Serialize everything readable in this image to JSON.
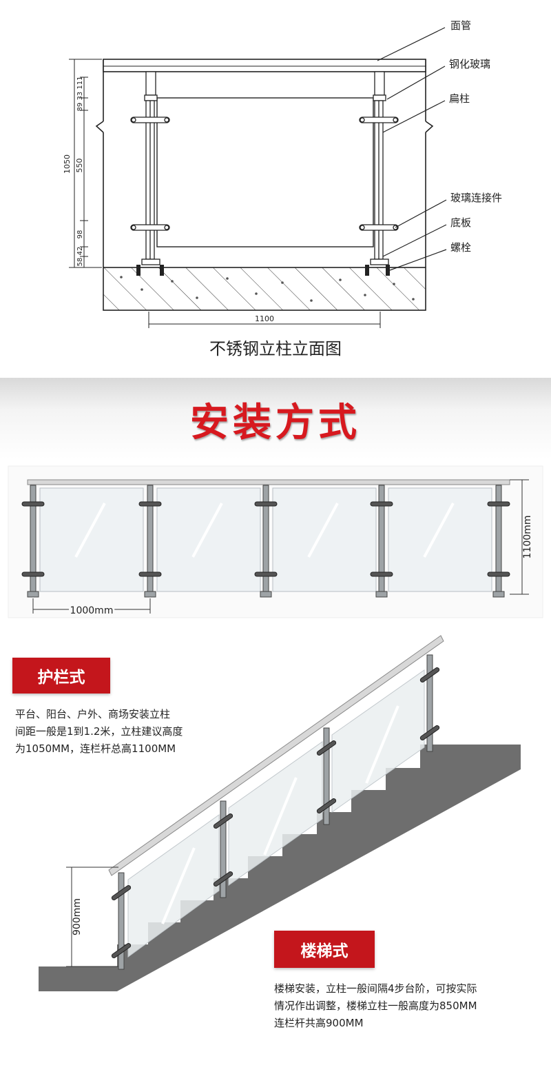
{
  "elevation": {
    "labels": {
      "handrail": "面管",
      "glass": "钢化玻璃",
      "post": "扁柱",
      "connector": "玻璃连接件",
      "base_plate": "底板",
      "bolt": "螺栓"
    },
    "dims_vertical": [
      "1050",
      "550",
      "89 33 111",
      "98",
      "58 42"
    ],
    "dim_width": "1100",
    "caption": "不锈钢立柱立面图"
  },
  "install": {
    "title": "安装方式",
    "guardrail": {
      "dim_height": "1100mm",
      "dim_spacing": "1000mm",
      "badge": "护栏式",
      "description": "平台、阳台、户外、商场安装立柱\n间距一般是1到1.2米，立柱建议高度\n为1050MM，连栏杆总高1100MM"
    },
    "stair": {
      "dim_height": "900mm",
      "badge": "楼梯式",
      "description": "楼梯安装，立柱一般间隔4步台阶，可按实际\n情况作出调整，楼梯立柱一般高度为850MM\n连栏杆共高900MM"
    }
  },
  "colors": {
    "accent": "#c4161c",
    "title_red": "#d7191f",
    "stair_gray": "#6e6e6e"
  }
}
